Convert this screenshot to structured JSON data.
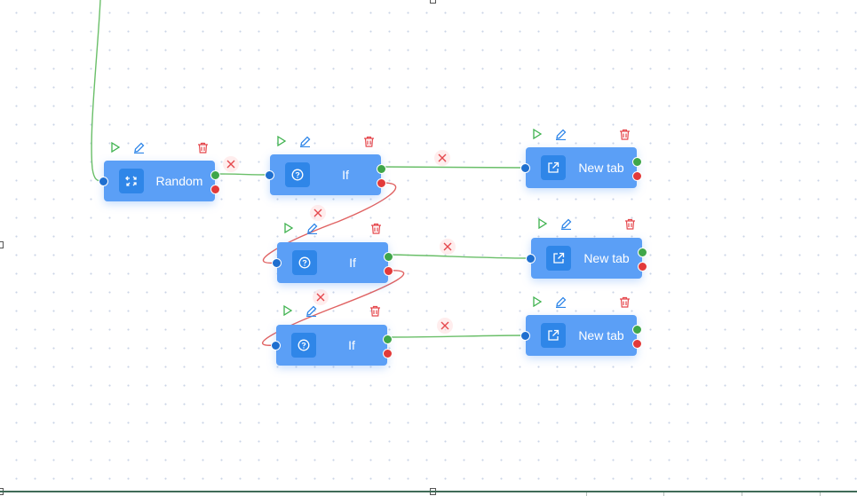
{
  "colors": {
    "node_fill": "#5b9ff6",
    "node_icon_bg": "#2f86e8",
    "edge_success": "#6abf69",
    "edge_failure": "#e06262",
    "port_input": "#1f6fcf",
    "port_success": "#3fa64a",
    "port_failure": "#e23a3a",
    "run_icon": "#3fb24f",
    "edit_icon": "#2f86e8",
    "delete_icon": "#e5484d"
  },
  "toolbar_icons": [
    "play-icon",
    "pencil-icon",
    "trash-icon"
  ],
  "nodes": [
    {
      "id": "random",
      "label": "Random",
      "icon": "shuffle-arrows-icon"
    },
    {
      "id": "if1",
      "label": "If",
      "icon": "question-circle-icon"
    },
    {
      "id": "if2",
      "label": "If",
      "icon": "question-circle-icon"
    },
    {
      "id": "if3",
      "label": "If",
      "icon": "question-circle-icon"
    },
    {
      "id": "newtab1",
      "label": "New tab",
      "icon": "external-link-icon"
    },
    {
      "id": "newtab2",
      "label": "New tab",
      "icon": "external-link-icon"
    },
    {
      "id": "newtab3",
      "label": "New tab",
      "icon": "external-link-icon"
    }
  ],
  "edges": [
    {
      "from": "offscreen",
      "to": "random",
      "type": "success"
    },
    {
      "from": "random",
      "to": "if1",
      "type": "success"
    },
    {
      "from": "if1",
      "to": "newtab1",
      "type": "success"
    },
    {
      "from": "if1",
      "to": "if2",
      "type": "failure"
    },
    {
      "from": "if2",
      "to": "newtab2",
      "type": "success"
    },
    {
      "from": "if2",
      "to": "if3",
      "type": "failure"
    },
    {
      "from": "if3",
      "to": "newtab3",
      "type": "success"
    }
  ]
}
